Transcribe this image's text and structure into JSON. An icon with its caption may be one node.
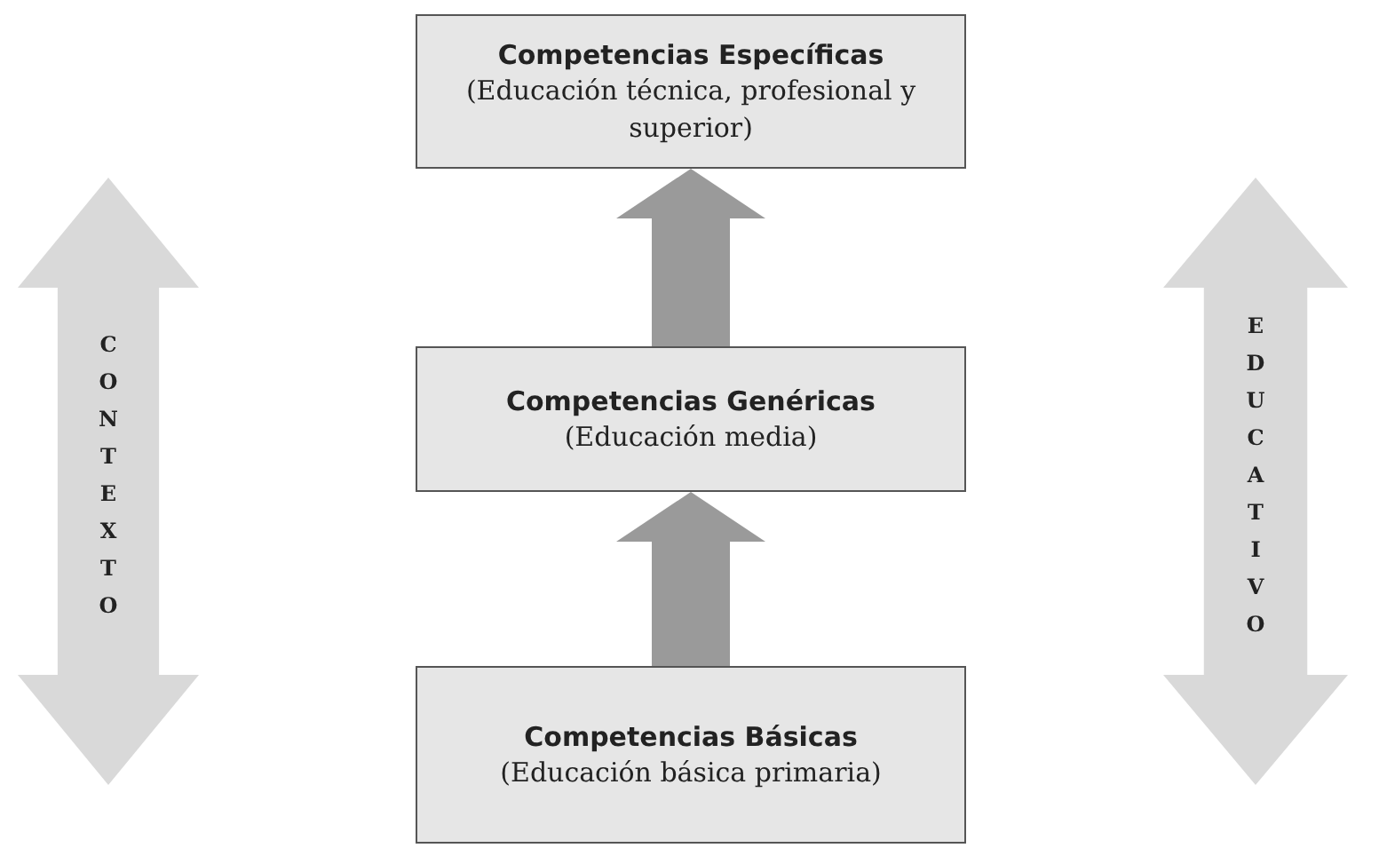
{
  "diagram": {
    "nodes": [
      {
        "text": [
          "Competencias Específicas",
          "(Educación técnica, profesional y superior)"
        ]
      },
      {
        "text": [
          "Competencias Genéricas",
          "(Educación media)"
        ]
      },
      {
        "text": [
          "Competencias Básicas",
          "(Educación básica primaria)"
        ]
      },
      {
        "text": [
          "CONTEXTO"
        ]
      },
      {
        "text": [
          "EDUCATIVO"
        ]
      }
    ],
    "edges": [
      {
        "from": 2,
        "to": 1,
        "arrow": "to"
      },
      {
        "from": 1,
        "to": 0,
        "arrow": "to"
      }
    ]
  }
}
